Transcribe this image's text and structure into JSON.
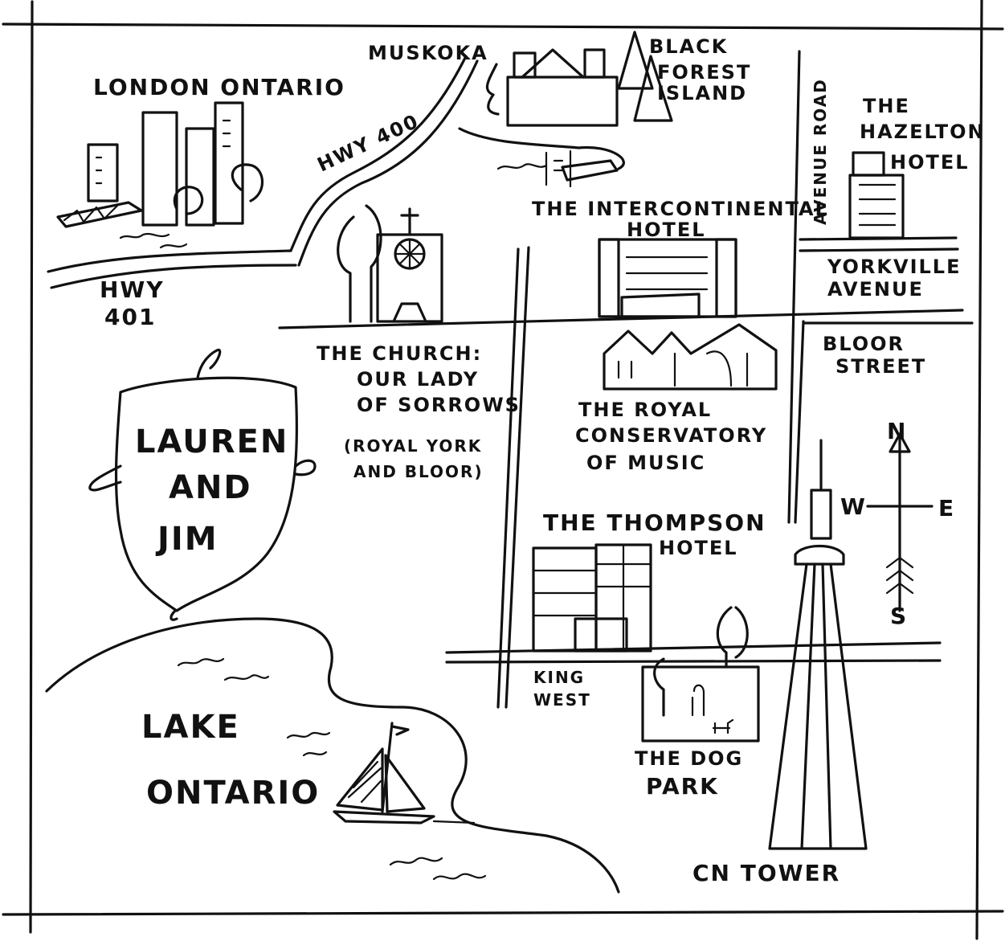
{
  "map": {
    "couple": {
      "line1": "LAUREN",
      "line2": "AND",
      "line3": "JIM"
    },
    "places": {
      "london": "LONDON ONTARIO",
      "muskoka": "MUSKOKA",
      "black_forest": {
        "line1": "BLACK",
        "line2": "FOREST",
        "line3": "ISLAND"
      },
      "hwy400": "HWY 400",
      "hwy401": {
        "line1": "HWY",
        "line2": "401"
      },
      "intercontinental": {
        "line1": "THE INTERCONTINENTAL",
        "line2": "HOTEL"
      },
      "avenue_road": "AVENUE ROAD",
      "hazelton": {
        "line1": "THE",
        "line2": "HAZELTON",
        "line3": "HOTEL"
      },
      "yorkville": {
        "line1": "YORKVILLE",
        "line2": "AVENUE"
      },
      "bloor": {
        "line1": "BLOOR",
        "line2": "STREET"
      },
      "church": {
        "line1": "THE CHURCH:",
        "line2": "OUR LADY",
        "line3": "OF SORROWS",
        "line4": "(ROYAL YORK",
        "line5": "AND BLOOR)"
      },
      "conservatory": {
        "line1": "THE ROYAL",
        "line2": "CONSERVATORY",
        "line3": "OF MUSIC"
      },
      "thompson": {
        "line1": "THE THOMPSON",
        "line2": "HOTEL"
      },
      "king_west": {
        "line1": "KING",
        "line2": "WEST"
      },
      "dog_park": {
        "line1": "THE DOG",
        "line2": "PARK"
      },
      "cn_tower": "CN TOWER",
      "lake": {
        "line1": "LAKE",
        "line2": "ONTARIO"
      }
    },
    "compass": {
      "north": "N",
      "south": "S",
      "east": "E",
      "west": "W"
    }
  }
}
